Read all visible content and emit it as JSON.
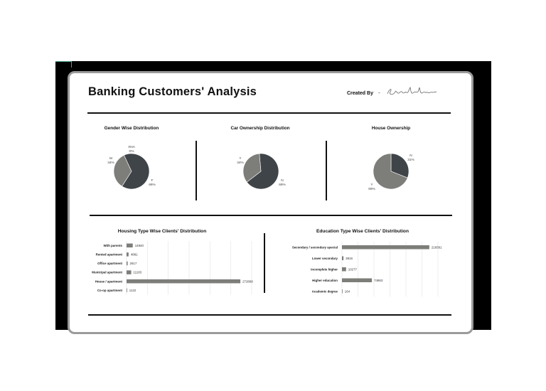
{
  "header": {
    "title": "Banking Customers' Analysis",
    "created_by_label": "Created By",
    "separator": "-",
    "signature": "Saurabh Nawane"
  },
  "colors": {
    "dark_slice": "#3f4449",
    "light_slice": "#7d7d7a",
    "bar": "#7d7d7a",
    "grid": "#e3e3e3"
  },
  "chart_data": [
    {
      "type": "pie",
      "title": "Gender Wise Distribution",
      "slices": [
        {
          "label": "F",
          "pct_label": "66%",
          "value": 66
        },
        {
          "label": "M",
          "pct_label": "34%",
          "value": 34
        },
        {
          "label": "XNA",
          "pct_label": "0%",
          "value": 0
        }
      ]
    },
    {
      "type": "pie",
      "title": "Car Ownership Distribution",
      "slices": [
        {
          "label": "N",
          "pct_label": "66%",
          "value": 66
        },
        {
          "label": "Y",
          "pct_label": "34%",
          "value": 34
        }
      ]
    },
    {
      "type": "pie",
      "title": "House Ownership",
      "slices": [
        {
          "label": "N",
          "pct_label": "31%",
          "value": 31
        },
        {
          "label": "Y",
          "pct_label": "69%",
          "value": 69
        }
      ]
    },
    {
      "type": "bar",
      "orientation": "horizontal",
      "title": "Housing Type Wise Clients' Distribution",
      "categories": [
        "With parents",
        "Rented apartment",
        "Office apartment",
        "Municipal apartment",
        "House / apartment",
        "Co-op apartment"
      ],
      "values": [
        14840,
        4881,
        2617,
        11183,
        272868,
        1122
      ],
      "value_labels": [
        "14840",
        "4881",
        "2617",
        "11183",
        "272868",
        "1122"
      ],
      "xlim": [
        0,
        300000
      ]
    },
    {
      "type": "bar",
      "orientation": "horizontal",
      "title": "Education Type Wise Clients' Distribution",
      "categories": [
        "Secondary / secondary special",
        "Lower secondary",
        "Incomplete higher",
        "Higher education",
        "Academic degree"
      ],
      "values": [
        218391,
        3816,
        10277,
        74863,
        164
      ],
      "value_labels": [
        "218391",
        "3816",
        "10277",
        "74863",
        "164"
      ],
      "xlim": [
        0,
        240000
      ]
    }
  ]
}
